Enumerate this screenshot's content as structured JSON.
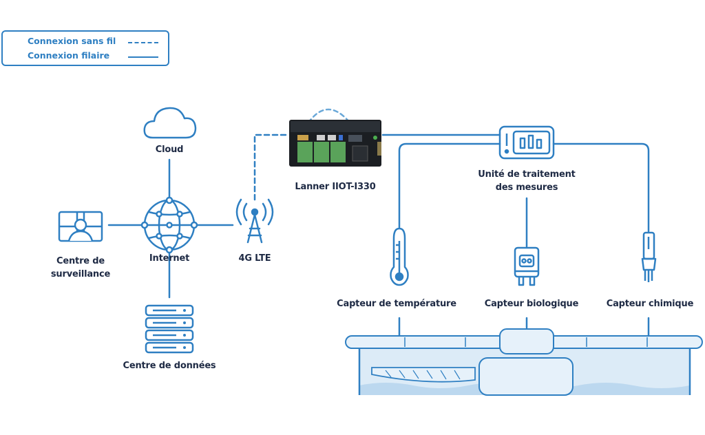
{
  "legend": {
    "wireless": "Connexion sans fil",
    "wired": "Connexion filaire"
  },
  "nodes": {
    "cloud": "Cloud",
    "internet": "Internet",
    "surveillance": "Centre de\nsurveillance",
    "datacenter": "Centre de données",
    "lte": "4G LTE",
    "lanner": "Lanner IIOT-I330",
    "processing_unit": "Unité de traitement\ndes mesures",
    "temp_sensor": "Capteur de température",
    "bio_sensor": "Capteur biologique",
    "chem_sensor": "Capteur chimique"
  },
  "colors": {
    "line": "#2e7fc2",
    "text": "#1e2a44",
    "water": "#dcebf7"
  },
  "icons": [
    "cloud-icon",
    "globe-icon",
    "monitor-person-icon",
    "server-stack-icon",
    "antenna-icon",
    "gateway-device-icon",
    "meter-icon",
    "thermometer-icon",
    "bio-sensor-icon",
    "chem-probe-icon",
    "water-tank-icon"
  ]
}
